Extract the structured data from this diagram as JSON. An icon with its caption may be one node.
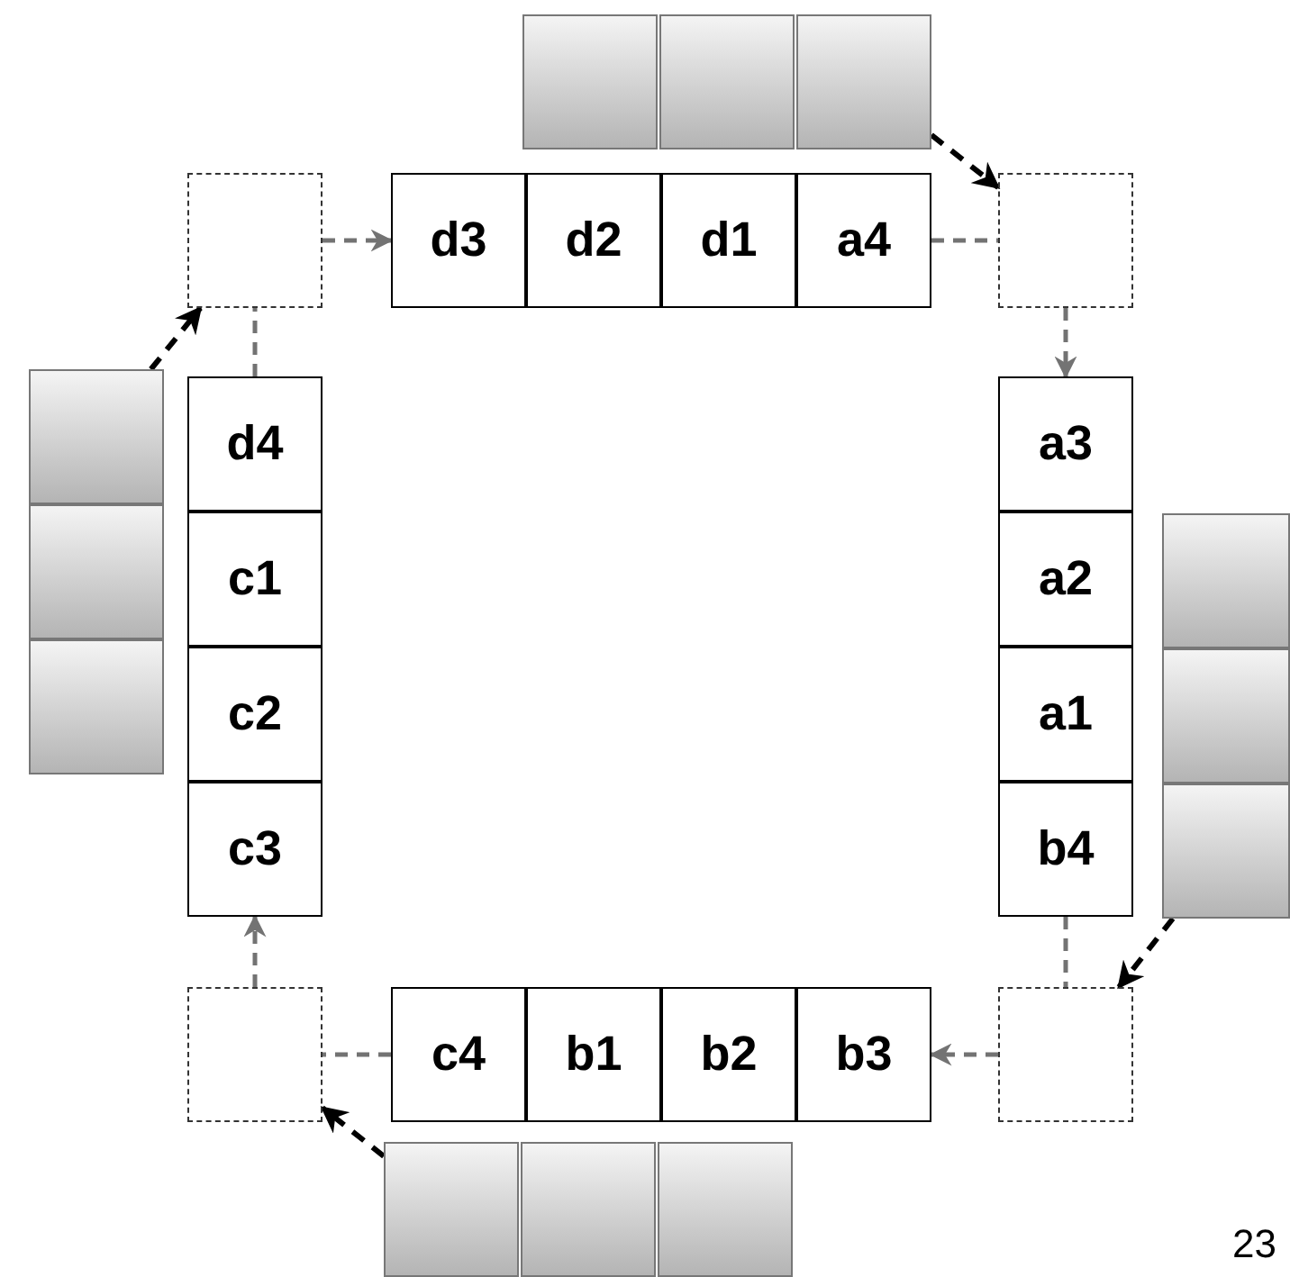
{
  "diagram": {
    "nodes": [
      {
        "text": [],
        "shape": "box"
      },
      {
        "text": [],
        "shape": "box"
      },
      {
        "text": [],
        "shape": "box"
      },
      {
        "text": [],
        "shape": "box"
      },
      {
        "text": [
          "d3"
        ]
      },
      {
        "text": [
          "d2"
        ]
      },
      {
        "text": [
          "d1"
        ]
      },
      {
        "text": [
          "a4"
        ]
      },
      {
        "text": [],
        "shape": "box"
      },
      {
        "text": [],
        "shape": "box"
      },
      {
        "text": [],
        "shape": "box"
      },
      {
        "text": [],
        "shape": "box"
      },
      {
        "text": [
          "d4"
        ]
      },
      {
        "text": [
          "c1"
        ]
      },
      {
        "text": [
          "c2"
        ]
      },
      {
        "text": [
          "c3"
        ]
      },
      {
        "text": [
          "a3"
        ]
      },
      {
        "text": [
          "a2"
        ]
      },
      {
        "text": [
          "a1"
        ]
      },
      {
        "text": [
          "b4"
        ]
      },
      {
        "text": [],
        "shape": "box"
      },
      {
        "text": [],
        "shape": "box"
      },
      {
        "text": [],
        "shape": "box"
      },
      {
        "text": [],
        "shape": "box"
      },
      {
        "text": [
          "c4"
        ]
      },
      {
        "text": [
          "b1"
        ]
      },
      {
        "text": [
          "b2"
        ]
      },
      {
        "text": [
          "b3"
        ]
      },
      {
        "text": [],
        "shape": "box"
      },
      {
        "text": [],
        "shape": "box"
      },
      {
        "text": [],
        "shape": "box"
      },
      {
        "text": [],
        "shape": "box"
      }
    ],
    "edges": [
      {
        "from": 12,
        "to": 3,
        "arrow": "none",
        "style": "dashed",
        "color": "#737373"
      },
      {
        "from": 3,
        "to": 4,
        "arrow": "to",
        "style": "dashed",
        "color": "#737373"
      },
      {
        "from": 7,
        "to": 8,
        "arrow": "none",
        "style": "dashed",
        "color": "#737373"
      },
      {
        "from": 8,
        "to": 16,
        "arrow": "to",
        "style": "dashed",
        "color": "#737373"
      },
      {
        "from": 19,
        "to": 28,
        "arrow": "none",
        "style": "dashed",
        "color": "#737373"
      },
      {
        "from": 28,
        "to": 27,
        "arrow": "to",
        "style": "dashed",
        "color": "#737373"
      },
      {
        "from": 24,
        "to": 23,
        "arrow": "none",
        "style": "dashed",
        "color": "#737373"
      },
      {
        "from": 23,
        "to": 15,
        "arrow": "to",
        "style": "dashed",
        "color": "#737373"
      },
      {
        "from": 2,
        "to": 8,
        "arrow": "to",
        "style": "dashed",
        "color": "#000000"
      },
      {
        "from": 9,
        "to": 3,
        "arrow": "to",
        "style": "dashed",
        "color": "#000000"
      },
      {
        "from": 22,
        "to": 28,
        "arrow": "to",
        "style": "dashed",
        "color": "#000000"
      },
      {
        "from": 29,
        "to": 23,
        "arrow": "to",
        "style": "dashed",
        "color": "#000000"
      }
    ],
    "labels": [
      "23"
    ]
  }
}
